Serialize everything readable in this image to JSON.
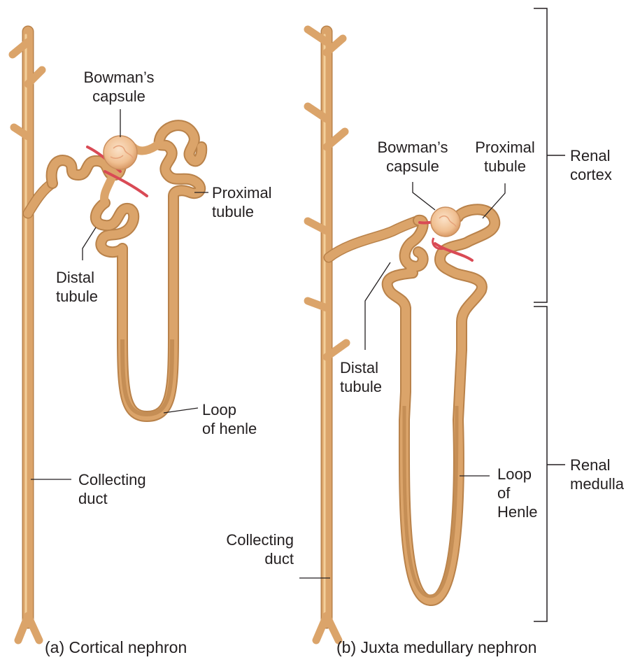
{
  "labels": {
    "a_bowmans_capsule": [
      "Bowman’s",
      "capsule"
    ],
    "a_proximal_tubule": [
      "Proximal",
      "tubule"
    ],
    "a_distal_tubule": [
      "Distal",
      "tubule"
    ],
    "a_loop_of_henle": [
      "Loop",
      "of henle"
    ],
    "a_collecting_duct": [
      "Collecting",
      "duct"
    ],
    "b_bowmans_capsule": [
      "Bowman’s",
      "capsule"
    ],
    "b_proximal_tubule": [
      "Proximal",
      "tubule"
    ],
    "b_distal_tubule": [
      "Distal",
      "tubule"
    ],
    "b_loop_of_henle": [
      "Loop",
      "of",
      "Henle"
    ],
    "b_collecting_duct": [
      "Collecting",
      "duct"
    ],
    "renal_cortex": [
      "Renal",
      "cortex"
    ],
    "renal_medulla": [
      "Renal",
      "medulla"
    ]
  },
  "captions": {
    "a": "(a) Cortical nephron",
    "b": "(b) Juxta medullary nephron"
  },
  "colors": {
    "tubule": "#dba46a",
    "tubule_highlight": "#f3cf9a",
    "tubule_outline": "#b9824a",
    "capsule": "#f1c79c",
    "capillary": "#d94a55",
    "line": "#231f20"
  }
}
